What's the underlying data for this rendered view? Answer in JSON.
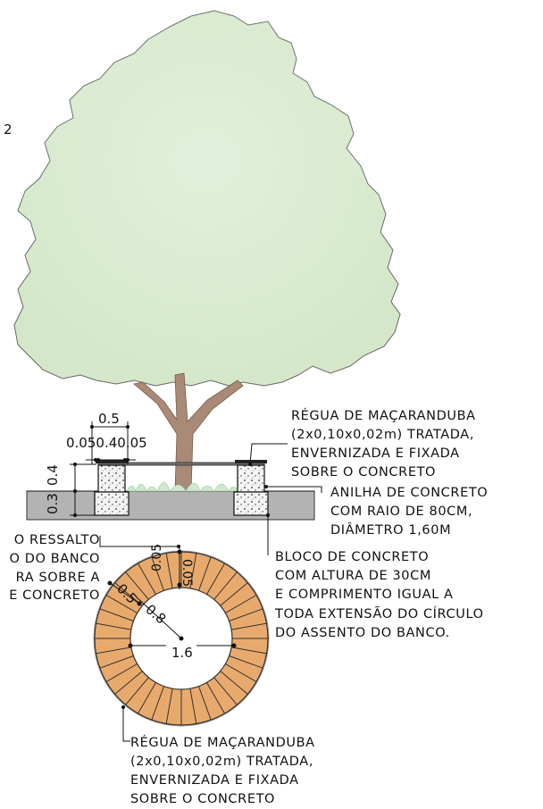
{
  "drawing": {
    "page_number": "2",
    "colors": {
      "foliage": "#d4e8c9",
      "foliage_edge": "#666666",
      "trunk": "#a88a76",
      "soil": "#b3b3b3",
      "wood": "#e8aa6c",
      "grass": "#cfe7cf"
    },
    "elevation_dims": {
      "total_width": "0.5",
      "part_widths": "0.050.40.05",
      "height_upper": "0.3",
      "height_lower": "0.4"
    },
    "plan_dims": {
      "diameter": "1.6",
      "radius": "0.8",
      "ring_width": "0.5",
      "offset_top": "0.05",
      "offset_right": "0.05"
    },
    "notes": {
      "regua_top": [
        "RÉGUA DE MAÇARANDUBA",
        "(2x0,10x0,02m) TRATADA,",
        "ENVERNIZADA E FIXADA",
        "SOBRE O CONCRETO"
      ],
      "anilha": [
        "ANILHA DE CONCRETO",
        "COM RAIO DE 80CM,",
        "DIÂMETRO 1,60M"
      ],
      "bloco": [
        "BLOCO DE CONCRETO",
        "COM ALTURA DE 30CM",
        "E COMPRIMENTO IGUAL A",
        "TODA EXTENSÃO DO CÍRCULO",
        "DO ASSENTO DO BANCO."
      ],
      "ressalto": [
        "O RESSALTO",
        "O DO BANCO",
        "RA SOBRE A",
        "E CONCRETO"
      ],
      "regua_bottom": [
        "RÉGUA DE MAÇARANDUBA",
        "(2x0,10x0,02m) TRATADA,",
        "ENVERNIZADA E FIXADA",
        "SOBRE O CONCRETO"
      ]
    }
  }
}
